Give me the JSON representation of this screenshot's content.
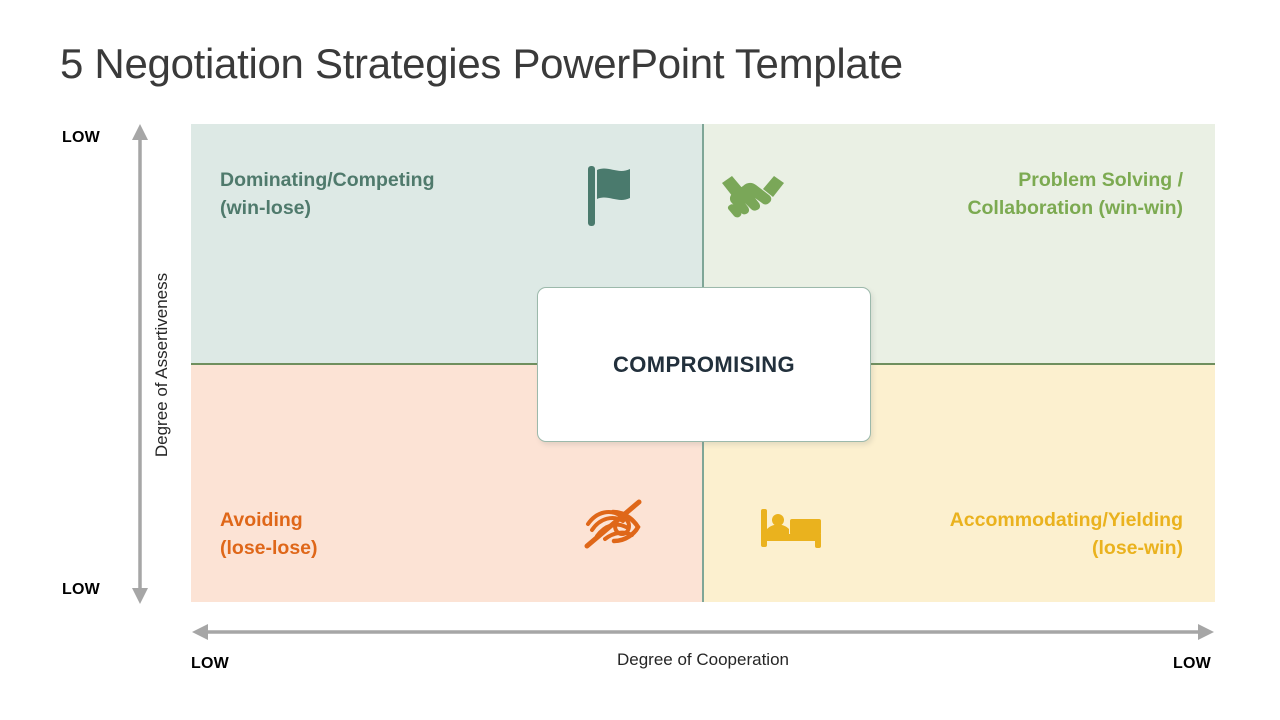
{
  "slide": {
    "title": "5 Negotiation Strategies PowerPoint Template"
  },
  "axes": {
    "vertical": {
      "label": "Degree of Assertiveness",
      "top_tick": "LOW",
      "bottom_tick": "LOW",
      "arrow_color": "#a6a6a6",
      "icon": "double-arrow-vertical-icon"
    },
    "horizontal": {
      "label": "Degree of Cooperation",
      "left_tick": "LOW",
      "right_tick": "LOW",
      "arrow_color": "#a6a6a6",
      "icon": "double-arrow-horizontal-icon"
    }
  },
  "matrix": {
    "divider_vertical_color": "#7fa697",
    "divider_horizontal_color": "#6f8f5e",
    "quadrants": [
      {
        "key": "top-left",
        "title": "Dominating/Competing",
        "subtitle": "(win-lose)",
        "text_color": "#4f7a6c",
        "background": "#dde9e5",
        "icon": "flag-icon",
        "icon_color": "#4a7a6d",
        "align": "left"
      },
      {
        "key": "top-right",
        "title": "Problem Solving /",
        "subtitle": "Collaboration (win-win)",
        "text_color": "#7caa51",
        "background": "#eaf0e4",
        "icon": "handshake-icon",
        "icon_color": "#7aa758",
        "align": "right"
      },
      {
        "key": "bottom-left",
        "title": "Avoiding",
        "subtitle": "(lose-lose)",
        "text_color": "#df6719",
        "background": "#fce3d5",
        "icon": "eye-slash-icon",
        "icon_color": "#df6719",
        "align": "left"
      },
      {
        "key": "bottom-right",
        "title": "Accommodating/Yielding",
        "subtitle": "(lose-win)",
        "text_color": "#eab21e",
        "background": "#fcf0cf",
        "icon": "bed-icon",
        "icon_color": "#eab21e",
        "align": "right"
      }
    ]
  },
  "center_card": {
    "label": "COMPROMISING",
    "text_color": "#22303c",
    "background": "#ffffff",
    "border_color": "#9cb9ab"
  }
}
